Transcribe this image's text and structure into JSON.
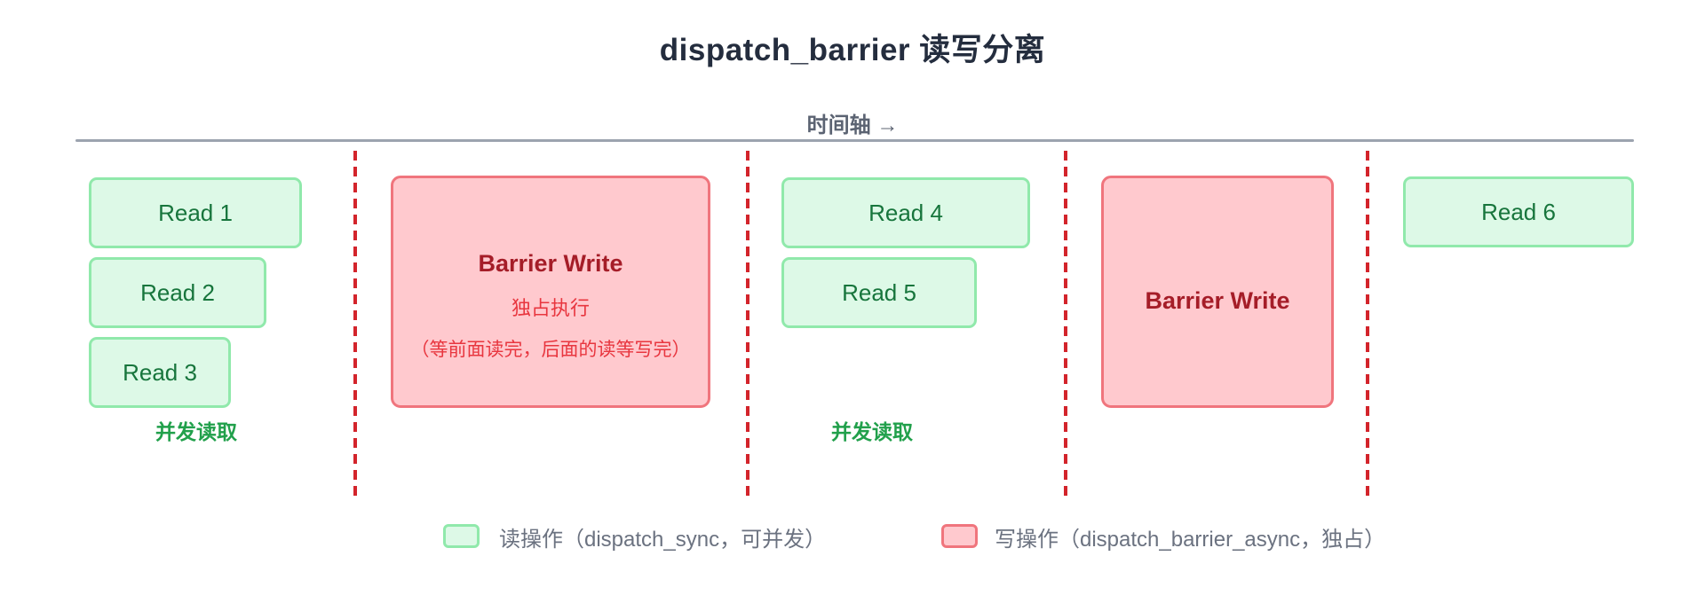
{
  "title": "dispatch_barrier 读写分离",
  "timeline": {
    "label": "时间轴 →"
  },
  "reads": [
    "Read 1",
    "Read 2",
    "Read 3",
    "Read 4",
    "Read 5",
    "Read 6"
  ],
  "barrier1": {
    "title": "Barrier Write",
    "subtitle": "独占执行",
    "note": "（等前面读完，后面的读等写完）"
  },
  "barrier2": {
    "title": "Barrier Write"
  },
  "concurrent": {
    "left": "并发读取",
    "mid": "并发读取"
  },
  "legend": {
    "read_label": "读操作（dispatch_sync，可并发）",
    "write_label": "写操作（dispatch_barrier_async，独占）"
  },
  "colors": {
    "ink-dark": "#242d3e",
    "ink-mid": "#5b6372",
    "ink-light": "#6b7280",
    "axis-gray": "#9ca3af",
    "red-dash": "#d3242b",
    "green-fill": "#ddf9e7",
    "green-border": "#90e9ab",
    "green-text": "#17753c",
    "green-label": "#21a04b",
    "pink-fill": "#ffc9ce",
    "pink-border": "#f0757d",
    "red-dark": "#a51d28",
    "red-bright": "#e8363f"
  }
}
